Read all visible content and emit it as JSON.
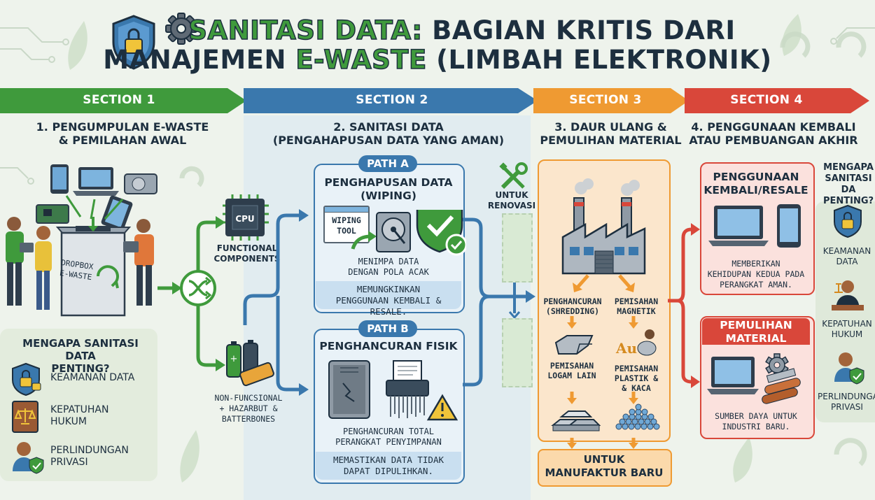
{
  "title": {
    "part1_green": "SANITASI DATA:",
    "part1_rest": " BAGIAN KRITIS DARI",
    "part2_pre": "MANAJEMEN ",
    "part2_green": "E-WASTE",
    "part2_post": " (LIMBAH ELEKTRONIK)"
  },
  "sections": [
    {
      "label": "SECTION 1",
      "title": "1. PENGUMPULAN E-WASTE\n& PEMILAHAN AWAL",
      "color": "#3f9a3c"
    },
    {
      "label": "SECTION 2",
      "title": "2. SANITASI DATA\n(PENGAHAPUSAN DATA YANG AMAN)",
      "color": "#3a78ad"
    },
    {
      "label": "SECTION 3",
      "title": "3. DAUR ULANG &\nPEMULIHAN MATERIAL",
      "color": "#ef9a32"
    },
    {
      "label": "SECTION 4",
      "title": "4. PENGGUNAAN KEMBALI\nATAU PEMBUANGAN AKHIR",
      "color": "#d9473a"
    }
  ],
  "section1": {
    "dropbox_label": "DROPBOX\nE-WASTE",
    "functional": "FUNCTIONAL\nCOMPONENTS",
    "cpu": "CPU",
    "nonfunctional": "NON-FUNCSIONAL\n+ HAZARBUT &\nBATTERBONES",
    "why": {
      "title": "MENGAPA SANITASI DATA\nPENTING?",
      "items": [
        "KEAMANAN DATA",
        "KEPATUHAN\nHUKUM",
        "PERLINDUNGAN\nPRIVASI"
      ]
    }
  },
  "section2": {
    "path_a": {
      "pill": "PATH A",
      "title": "PENGHAPUSAN DATA\n(WIPING)",
      "tool": "WIPING\nTOOL",
      "desc": "MENIMPA DATA\nDENGAN POLA ACAK",
      "strip": "MEMUNGKINKAN\nPENGGUNAAN KEMBALI & RESALE."
    },
    "path_b": {
      "pill": "PATH B",
      "title": "PENGHANCURAN FISIK",
      "desc": "PENGHANCURAN TOTAL\nPERANGKAT PENYIMPANAN",
      "strip": "MEMASTIKAN DATA TIDAK\nDAPAT DIPULIHKAN."
    },
    "renovasi": "UNTUK\nRENOVASI"
  },
  "section3": {
    "shredding": "PENGHANCURAN\n(SHREDDING)",
    "magnetic": "PEMISAHAN\nMAGNETIK",
    "logam": "PEMISAHAN\nLOGAM LAIN",
    "plastik": "PEMISAHAN\nPLASTIK &\n& KACA",
    "au": "Au",
    "manufaktur": "UNTUK\nMANUFAKTUR BARU"
  },
  "section4": {
    "reuse": {
      "title": "PENGGUNAAN\nKEMBALI/RESALE",
      "desc": "MEMBERIKAN\nKEHIDUPAN KEDUA PADA\nPERANGKAT AMAN."
    },
    "recovery": {
      "title": "PEMULIHAN\nMATERIAL",
      "desc": "SUMBER DAYA UNTUK\nINDUSTRI BARU."
    },
    "why": {
      "title": "MENGAPA\nSANITASI DA\nPENTING?",
      "items": [
        "KEAMANAN\nDATA",
        "KEPATUHAN\nHUKUM",
        "PERLINDUNGA\nPRIVASI"
      ]
    }
  },
  "colors": {
    "green": "#3f9a3c",
    "blue": "#3a78ad",
    "orange": "#ef9a32",
    "red": "#d9473a",
    "dark": "#1d2f3f"
  }
}
